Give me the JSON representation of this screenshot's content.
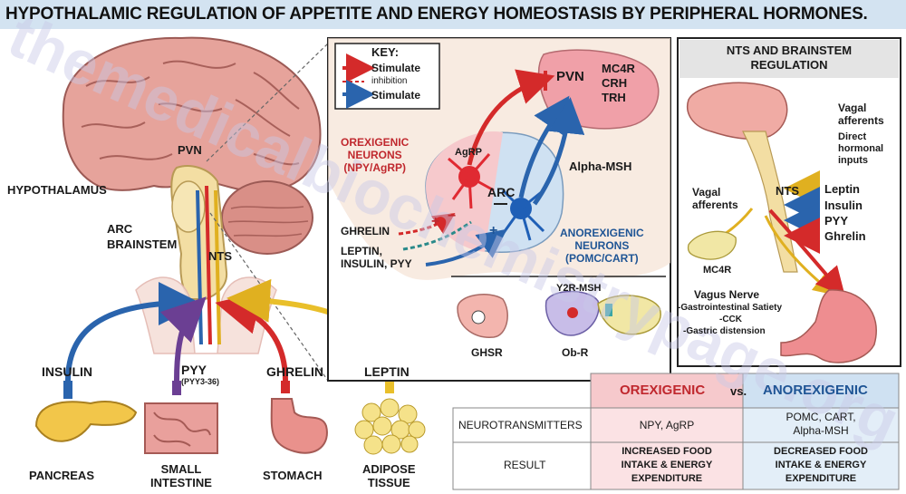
{
  "title": "HYPOTHALAMIC REGULATION OF APPETITE AND ENERGY HOMEOSTASIS BY PERIPHERAL HORMONES.",
  "watermark": "themedicalbiochemistrypage.org",
  "brain_labels": {
    "pvn": "PVN",
    "hypothalamus": "HYPOTHALAMUS",
    "arc": "ARC",
    "brainstem": "BRAINSTEM",
    "nts": "NTS"
  },
  "hormones": {
    "insulin": "INSULIN",
    "pyy": "PYY",
    "pyy_sub": "(PYY3-36)",
    "ghrelin": "GHRELIN",
    "leptin": "LEPTIN"
  },
  "organs": {
    "pancreas": "PANCREAS",
    "small_intestine": "SMALL\nINTESTINE",
    "stomach": "STOMACH",
    "adipose": "ADIPOSE\nTISSUE"
  },
  "key": {
    "title": "KEY:",
    "stimulate_red": "Stimulate",
    "inhibition": "inhibition",
    "stimulate_blue": "Stimulate"
  },
  "center": {
    "pvn": "PVN",
    "pvn_targets": "MC4R\nCRH\nTRH",
    "orexigenic": "OREXIGENIC\nNEURONS\n(NPY/AgRP)",
    "agrp": "AgRP",
    "arc": "ARC",
    "alpha_msh": "Alpha-MSH",
    "ghrelin": "GHRELIN",
    "leptin_etc": "LEPTIN,\nINSULIN, PYY",
    "anorexigenic": "ANOREXIGENIC\nNEURONS\n(POMC/CART)",
    "y2r": "Y2R-MSH",
    "ghsr": "GHSR",
    "obr": "Ob-R",
    "plus": "+",
    "minus": "−"
  },
  "nts_panel": {
    "title": "NTS AND BRAINSTEM\nREGULATION",
    "vagal_afferents_top": "Vagal\nafferents",
    "direct_inputs": "Direct\nhormonal\ninputs",
    "vagal_afferents_left": "Vagal\nafferents",
    "nts": "NTS",
    "inputs": [
      "Leptin",
      "Insulin",
      "PYY",
      "Ghrelin"
    ],
    "mc4r": "MC4R",
    "vagus_nerve": "Vagus Nerve",
    "vagus_items": [
      "-Gastrointestinal Satiety",
      "-CCK",
      "-Gastric distension"
    ]
  },
  "table": {
    "col_orexigenic": "OREXIGENIC",
    "vs": "vs.",
    "col_anorexigenic": "ANOREXIGENIC",
    "rows": [
      {
        "label": "NEUROTRANSMITTERS",
        "orexigenic": "NPY, AgRP",
        "anorexigenic": "POMC, CART,\nAlpha-MSH"
      },
      {
        "label": "RESULT",
        "orexigenic": "INCREASED FOOD\nINTAKE & ENERGY\nEXPENDITURE",
        "anorexigenic": "DECREASED FOOD\nINTAKE & ENERGY\nEXPENDITURE"
      }
    ]
  },
  "colors": {
    "red": "#d42a2a",
    "blue": "#2a64ad",
    "purple": "#6b3f93",
    "yellow": "#e9bf2a",
    "brain": "#e6a39b",
    "orexigenic_bg": "#f6c9cc",
    "anorexigenic_bg": "#cfe1f2"
  }
}
